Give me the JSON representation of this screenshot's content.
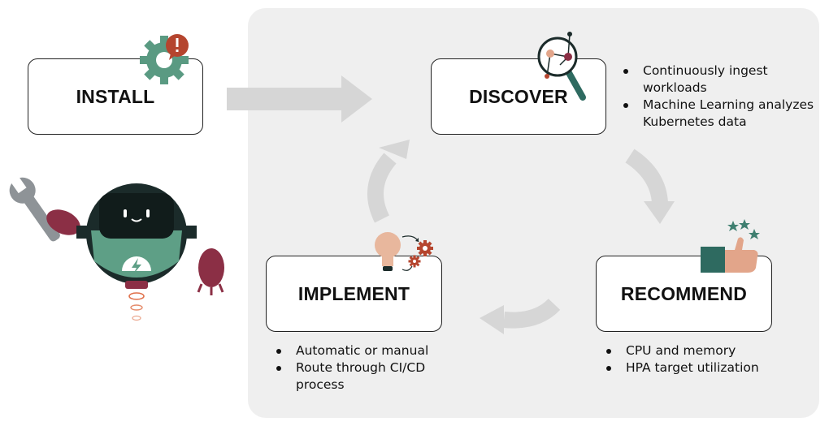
{
  "steps": {
    "install": {
      "label": "INSTALL"
    },
    "discover": {
      "label": "DISCOVER",
      "bullets": [
        "Continuously ingest workloads",
        "Machine Learning analyzes Kubernetes data"
      ]
    },
    "recommend": {
      "label": "RECOMMEND",
      "bullets": [
        "CPU and memory",
        "HPA target utilization"
      ]
    },
    "implement": {
      "label": "IMPLEMENT",
      "bullets": [
        "Automatic or manual",
        "Route through CI/CD process"
      ]
    }
  },
  "colors": {
    "panel": "#efefef",
    "arrow": "#d6d6d6",
    "gear_green": "#5a9a82",
    "alert_red": "#b5452e",
    "robot_dark": "#1b2b2a",
    "robot_green": "#5e9f86",
    "robot_maroon": "#8b2f45",
    "wrench_gray": "#8e9397"
  },
  "icons": {
    "install": "gear-alert-icon",
    "discover": "magnifier-network-icon",
    "recommend": "thumbs-up-stars-icon",
    "implement": "lightbulb-gears-icon",
    "mascot": "robot-mascot"
  }
}
